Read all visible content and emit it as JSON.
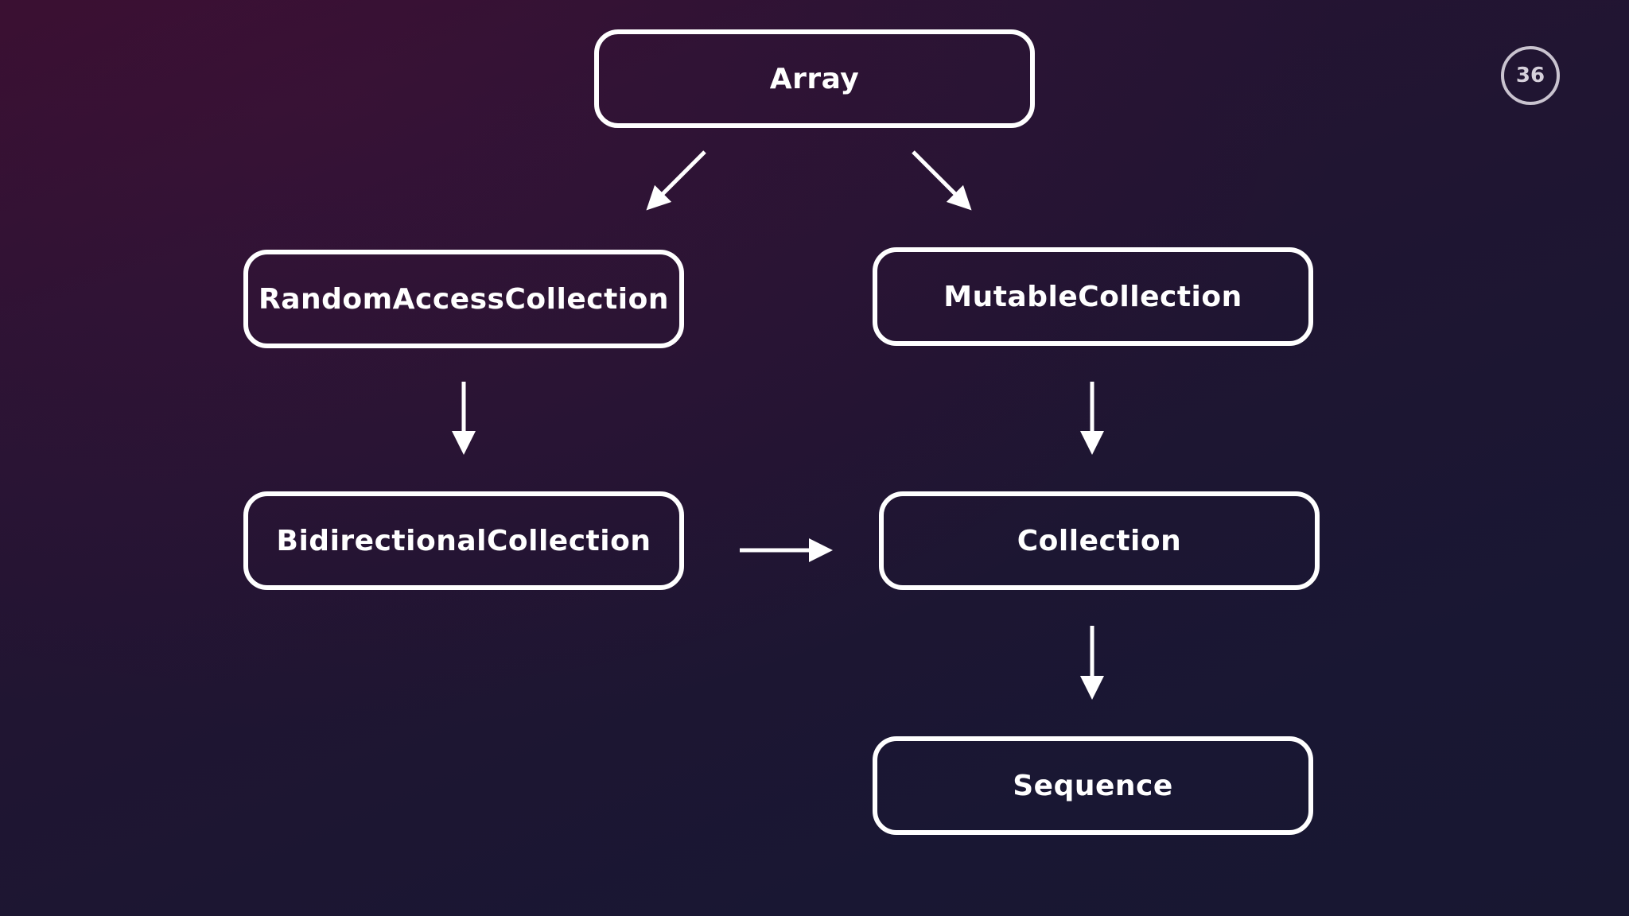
{
  "slide": {
    "number": "36"
  },
  "diagram": {
    "nodes": {
      "array": "Array",
      "random_access_collection": "RandomAccessCollection",
      "mutable_collection": "MutableCollection",
      "bidirectional_collection": "BidirectionalCollection",
      "collection": "Collection",
      "sequence": "Sequence"
    },
    "edges": [
      {
        "from": "array",
        "to": "random_access_collection"
      },
      {
        "from": "array",
        "to": "mutable_collection"
      },
      {
        "from": "random_access_collection",
        "to": "bidirectional_collection"
      },
      {
        "from": "mutable_collection",
        "to": "collection"
      },
      {
        "from": "bidirectional_collection",
        "to": "collection"
      },
      {
        "from": "collection",
        "to": "sequence"
      }
    ]
  },
  "colors": {
    "background_top": "#34102f",
    "background_bottom": "#181731",
    "stroke": "#ffffff"
  }
}
